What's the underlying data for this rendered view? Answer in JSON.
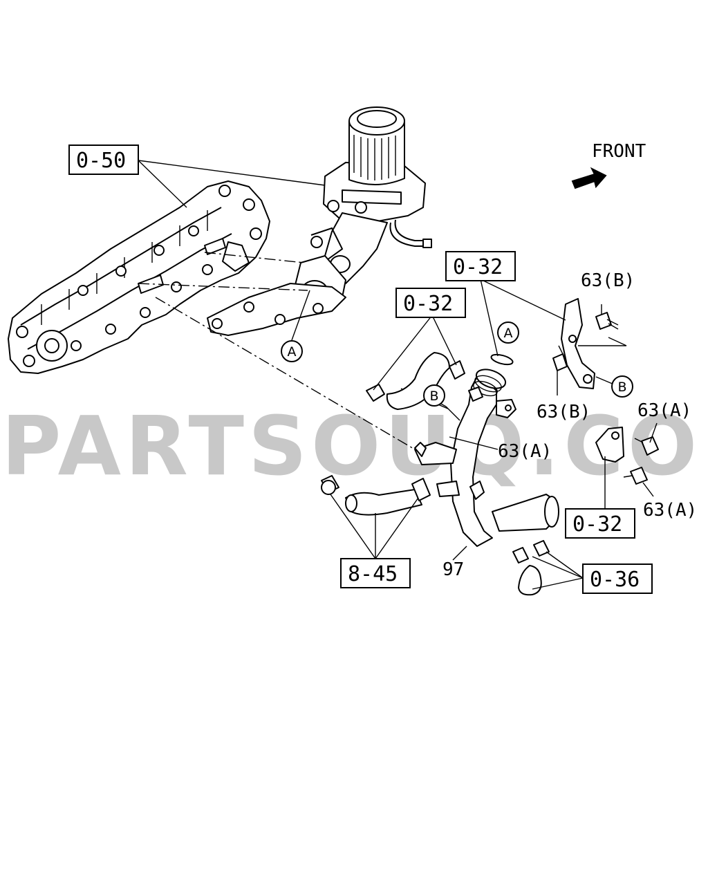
{
  "watermark": "PARTSOUQ.COM",
  "orientation": {
    "label": "FRONT",
    "arrow_icon": "front-arrow-icon"
  },
  "ref_boxes": [
    {
      "id": "ref-0-50",
      "text": "0-50"
    },
    {
      "id": "ref-0-32-a",
      "text": "0-32"
    },
    {
      "id": "ref-0-32-b",
      "text": "0-32"
    },
    {
      "id": "ref-0-32-c",
      "text": "0-32"
    },
    {
      "id": "ref-8-45",
      "text": "8-45"
    },
    {
      "id": "ref-0-36",
      "text": "0-36"
    }
  ],
  "part_labels": [
    {
      "id": "label-63b-top",
      "text": "63(B)"
    },
    {
      "id": "label-63b-mid",
      "text": "63(B)"
    },
    {
      "id": "label-63a-right",
      "text": "63(A)"
    },
    {
      "id": "label-63a-center",
      "text": "63(A)"
    },
    {
      "id": "label-63a-lower",
      "text": "63(A)"
    },
    {
      "id": "label-97",
      "text": "97"
    }
  ],
  "circle_markers": [
    {
      "id": "marker-a-1",
      "text": "A"
    },
    {
      "id": "marker-a-2",
      "text": "A"
    },
    {
      "id": "marker-b-1",
      "text": "B"
    },
    {
      "id": "marker-b-2",
      "text": "B"
    }
  ]
}
